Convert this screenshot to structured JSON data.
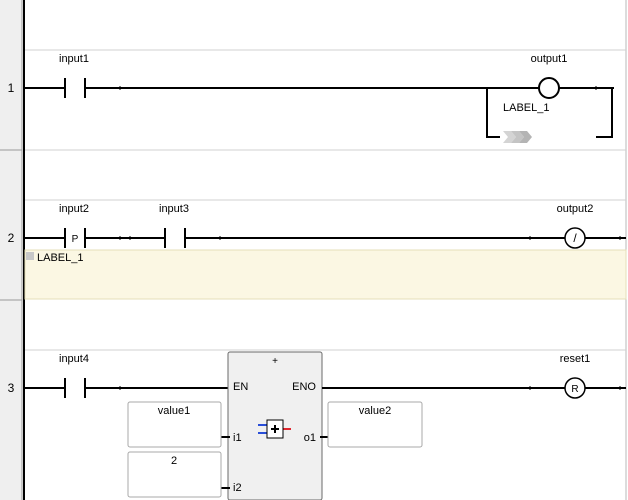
{
  "rungs": [
    {
      "number": "1",
      "contacts": [
        {
          "label": "input1",
          "type": "normally-open"
        }
      ],
      "coil": {
        "label": "output1",
        "type": "normal"
      },
      "jump_label": "LABEL_1"
    },
    {
      "number": "2",
      "contacts": [
        {
          "label": "input2",
          "type": "positive-edge",
          "symbol": "P"
        },
        {
          "label": "input3",
          "type": "normally-open"
        }
      ],
      "coil": {
        "label": "output2",
        "type": "negated",
        "symbol": "/"
      }
    },
    {
      "label_bar": "LABEL_1"
    },
    {
      "number": "3",
      "contacts": [
        {
          "label": "input4",
          "type": "normally-open"
        }
      ],
      "coil": {
        "label": "reset1",
        "type": "reset",
        "symbol": "R"
      },
      "block": {
        "title": "+",
        "en": "EN",
        "eno": "ENO",
        "inputs": [
          "i1",
          "i2"
        ],
        "outputs": [
          "o1"
        ],
        "icon": "add-block-icon"
      },
      "operands": {
        "i1": "value1",
        "i2": "2",
        "o1": "value2"
      }
    }
  ],
  "colors": {
    "rail": "#000000",
    "label_bar_bg": "#fbf7e3",
    "block_bg": "#f0f0f0",
    "gutter_bg": "#efefef",
    "accent_blue": "#2a4fd8",
    "accent_red": "#e0262f"
  }
}
